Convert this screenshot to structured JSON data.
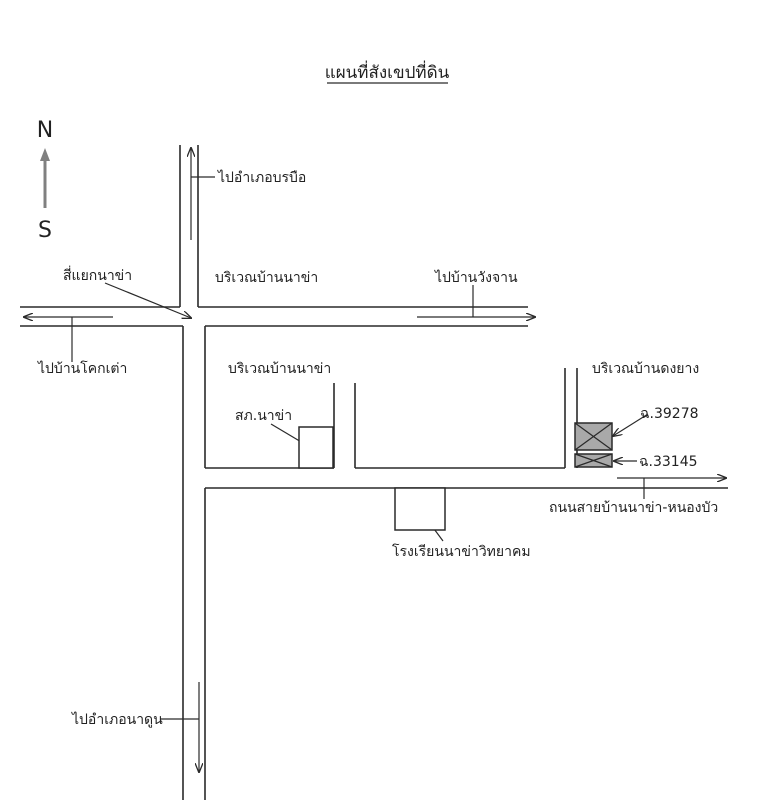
{
  "map": {
    "title": "แผนที่สังเขปที่ดิน",
    "compass": {
      "north": "N",
      "south": "S"
    },
    "labels": {
      "to_boribue": "ไปอำเภอบรบือ",
      "four_way_nakha": "สี่แยกนาข่า",
      "area_nakha_north": "บริเวณบ้านนาข่า",
      "to_wangchan": "ไปบ้านวังจาน",
      "to_khoktao": "ไปบ้านโคกเต่า",
      "area_nakha_south": "บริเวณบ้านนาข่า",
      "area_dongyang": "บริเวณบ้านดงยาง",
      "cooperative": "สภ.นาข่า",
      "deed_1": "ฉ.39278",
      "deed_2": "ฉ.33145",
      "road_name": "ถนนสายบ้านนาข่า-หนองบัว",
      "school": "โรงเรียนนาข่าวิทยาคม",
      "to_nadun": "ไปอำเภอนาดูน"
    },
    "colors": {
      "line": "#2a2a2a",
      "plot_fill": "#a9a9a9",
      "compass_arrow": "#808080"
    }
  }
}
